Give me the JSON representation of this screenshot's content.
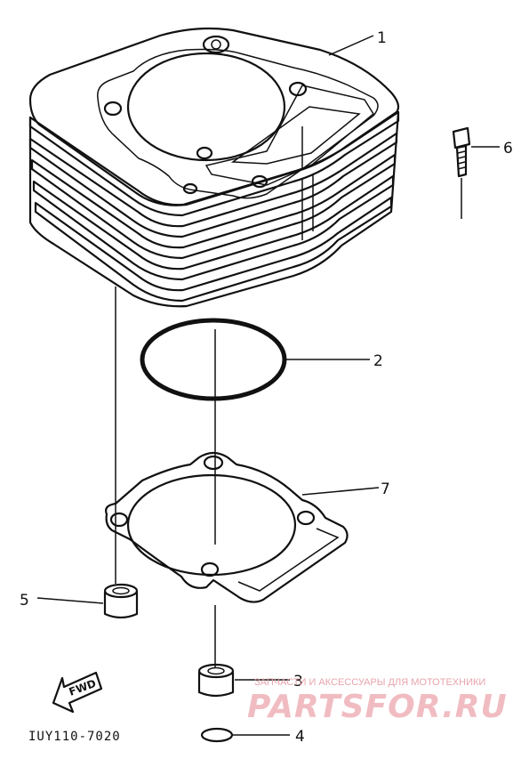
{
  "callouts": {
    "c1": "1",
    "c2": "2",
    "c3": "3",
    "c4": "4",
    "c5": "5",
    "c6": "6",
    "c7": "7"
  },
  "fwd_label": "FWD",
  "diagram_code": "IUY110-7020",
  "watermark": {
    "tagline": "ЗАПЧАСТИ И АКСЕССУАРЫ ДЛЯ МОТОТЕХНИКИ",
    "brand": "PARTSFOR.RU"
  },
  "colors": {
    "line": "#111111",
    "watermark": "#f0b9bf"
  }
}
